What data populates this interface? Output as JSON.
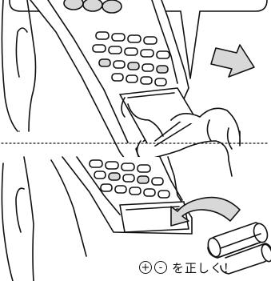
{
  "instruction": {
    "plus_symbol": "+",
    "minus_symbol": "-",
    "text": "を正しく！"
  },
  "icons": [
    "remote-control",
    "hand",
    "arrow-right-down",
    "arrow-curved",
    "aa-batteries"
  ],
  "colors": {
    "ink": "#111111",
    "paper": "#ffffff",
    "button_shade": "#d8d8d8"
  }
}
